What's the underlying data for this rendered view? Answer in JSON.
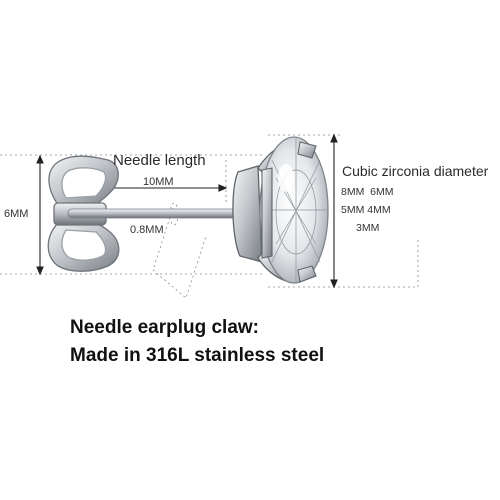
{
  "labels": {
    "needle_length": "Needle length",
    "needle_length_value": "10MM",
    "needle_diameter": "0.8MM",
    "back_height": "6MM",
    "stone_title": "Cubic zirconia diameter",
    "sizes_row1": "8MM  6MM",
    "sizes_row2": "5MM 4MM",
    "sizes_row3": "3MM"
  },
  "caption": {
    "line1": "Needle earplug claw:",
    "line2": "Made in 316L stainless steel"
  },
  "colors": {
    "metal": "#b9bdc2",
    "metal_dark": "#6f747a",
    "metal_light": "#eef0f2",
    "guide_line": "#8a8a8a",
    "arrow": "#222222"
  }
}
